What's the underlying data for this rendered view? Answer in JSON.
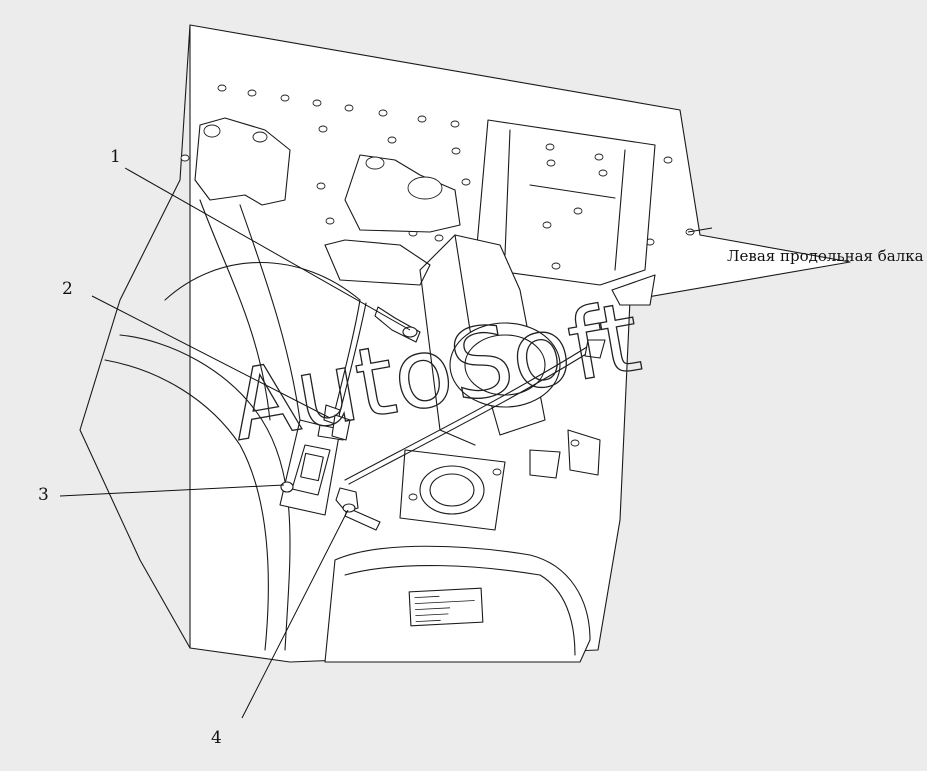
{
  "callouts": [
    {
      "id": "1",
      "text": "1"
    },
    {
      "id": "2",
      "text": "2"
    },
    {
      "id": "3",
      "text": "3"
    },
    {
      "id": "4",
      "text": "4"
    }
  ],
  "side_label": "Левая продольная балка",
  "watermark": "AutoSoft",
  "colors": {
    "background": "#ececec",
    "line": "#1a1a1a",
    "fill": "#ffffff"
  }
}
